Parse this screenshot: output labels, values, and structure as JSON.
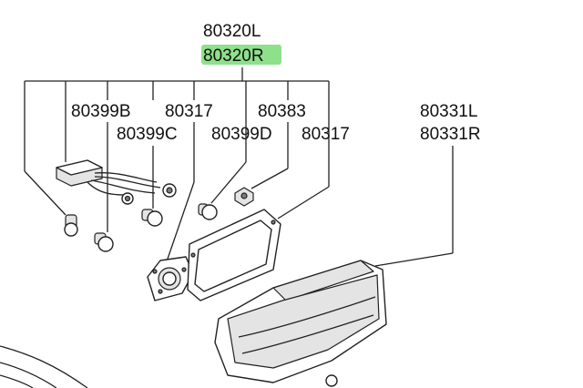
{
  "diagram": {
    "callouts": {
      "main_left": "80320L",
      "main_right": "80320R",
      "c_80399b": "80399B",
      "c_80317_a": "80317",
      "c_80383": "80383",
      "c_80331l": "80331L",
      "c_80399c": "80399C",
      "c_80399d": "80399D",
      "c_80317_b": "80317",
      "c_80331r": "80331R"
    },
    "highlight_color": "#8ee08a",
    "line_color": "#222222"
  }
}
